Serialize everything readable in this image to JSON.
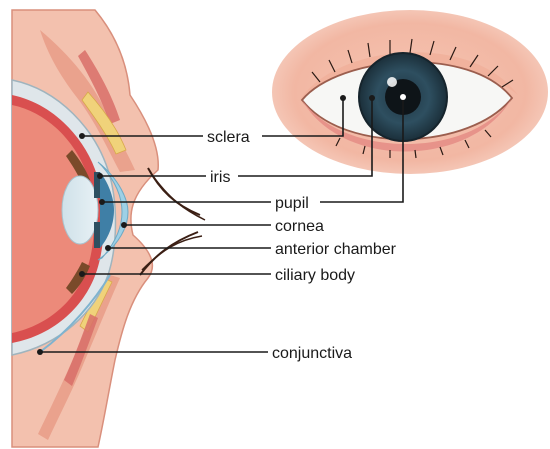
{
  "labels": {
    "sclera": "sclera",
    "iris": "iris",
    "pupil": "pupil",
    "cornea": "cornea",
    "anterior_chamber": "anterior chamber",
    "ciliary_body": "ciliary body",
    "conjunctiva": "conjunctiva"
  },
  "colors": {
    "skin": "#f2b7a3",
    "skin_dark": "#e89a86",
    "sclera": "#dfe6ea",
    "iris": "#2e4f60",
    "pupil": "#0e1418",
    "cornea": "#9dd0e6",
    "lens": "#dce8ee",
    "leader_line": "#1a1a1a"
  }
}
